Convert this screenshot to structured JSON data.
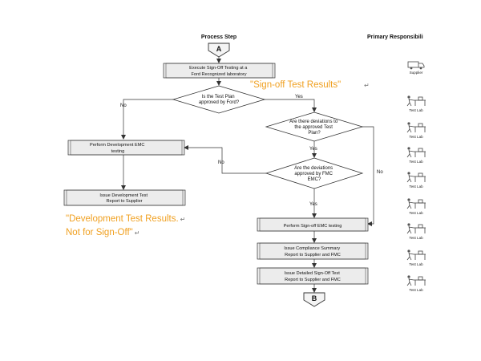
{
  "headers": {
    "process_step": "Process Step",
    "primary_responsibility": "Primary Responsibili"
  },
  "connectors": {
    "start": "A",
    "end": "B"
  },
  "steps": {
    "execute": [
      "Execute Sign-Off Testing at a",
      "Ford Recognized laboratory"
    ],
    "perform_dev": [
      "Perform Development EMC",
      "testing"
    ],
    "issue_dev": [
      "Issue Development Test",
      "Report to Supplier"
    ],
    "perform_signoff": [
      "Perform Sign-off EMC testing"
    ],
    "issue_summary": [
      "Issue Compliance Summary",
      "Report to Supplier and FMC"
    ],
    "issue_detailed": [
      "Issue Detailed Sign-Off Test",
      "Report to Supplier and FMC"
    ]
  },
  "decisions": {
    "test_plan": [
      "Is the Test Plan",
      "approved by Ford?"
    ],
    "deviations": [
      "Are there deviations to",
      "the approved Test",
      "Plan?"
    ],
    "deviations_approved": [
      "Are the deviations",
      "approved by FMC",
      "EMC?"
    ]
  },
  "branch_labels": {
    "test_plan_no": "No",
    "test_plan_yes": "Yes",
    "deviations_yes": "Yes",
    "deviations_no": "No",
    "approved_no": "No",
    "approved_yes": "Yes"
  },
  "callouts": {
    "signoff": "\"Sign-off Test Results\"",
    "development": [
      "\"Development Test Results.",
      "Not for Sign-Off\""
    ],
    "return_mark": "↵"
  },
  "responsibility": [
    {
      "label": "Supplier",
      "icon": "truck-icon"
    },
    {
      "label": "Test Lab",
      "icon": "worker-icon"
    },
    {
      "label": "Test Lab",
      "icon": "worker-icon"
    },
    {
      "label": "Test Lab",
      "icon": "worker-icon"
    },
    {
      "label": "Test Lab",
      "icon": "worker-icon"
    },
    {
      "label": "Test Lab",
      "icon": "worker-icon"
    },
    {
      "label": "Test Lab",
      "icon": "worker-icon"
    },
    {
      "label": "Test Lab",
      "icon": "worker-icon"
    },
    {
      "label": "Test Lab",
      "icon": "worker-icon"
    }
  ]
}
